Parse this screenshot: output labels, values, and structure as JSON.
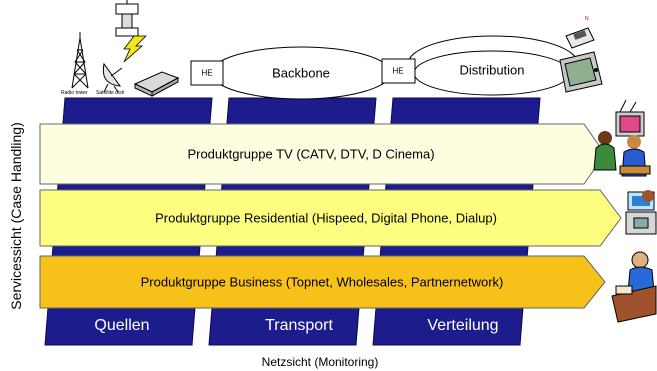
{
  "network": {
    "radio_tower_label": "Radio tower",
    "satellite_dish_label": "Satellite dish",
    "he_left": "HE",
    "backbone": "Backbone",
    "he_right": "HE",
    "distribution": "Distribution",
    "phone_badge": "N"
  },
  "bands": {
    "tv": "Produktgruppe TV (CATV, DTV, D Cinema)",
    "residential": "Produktgruppe Residential (Hispeed, Digital Phone, Dialup)",
    "business": "Produktgruppe Business (Topnet, Wholesales, Partnernetwork)"
  },
  "columns": {
    "sources": "Quellen",
    "transport": "Transport",
    "distribution": "Verteilung"
  },
  "axes": {
    "vertical": "Servicessicht (Case Handling)",
    "horizontal": "Netzsicht (Monitoring)"
  },
  "colors": {
    "navy": "#1c1c8c",
    "tv_band": "#fdfde0",
    "residential_band": "#fdfd80",
    "business_band": "#f6c21a"
  }
}
